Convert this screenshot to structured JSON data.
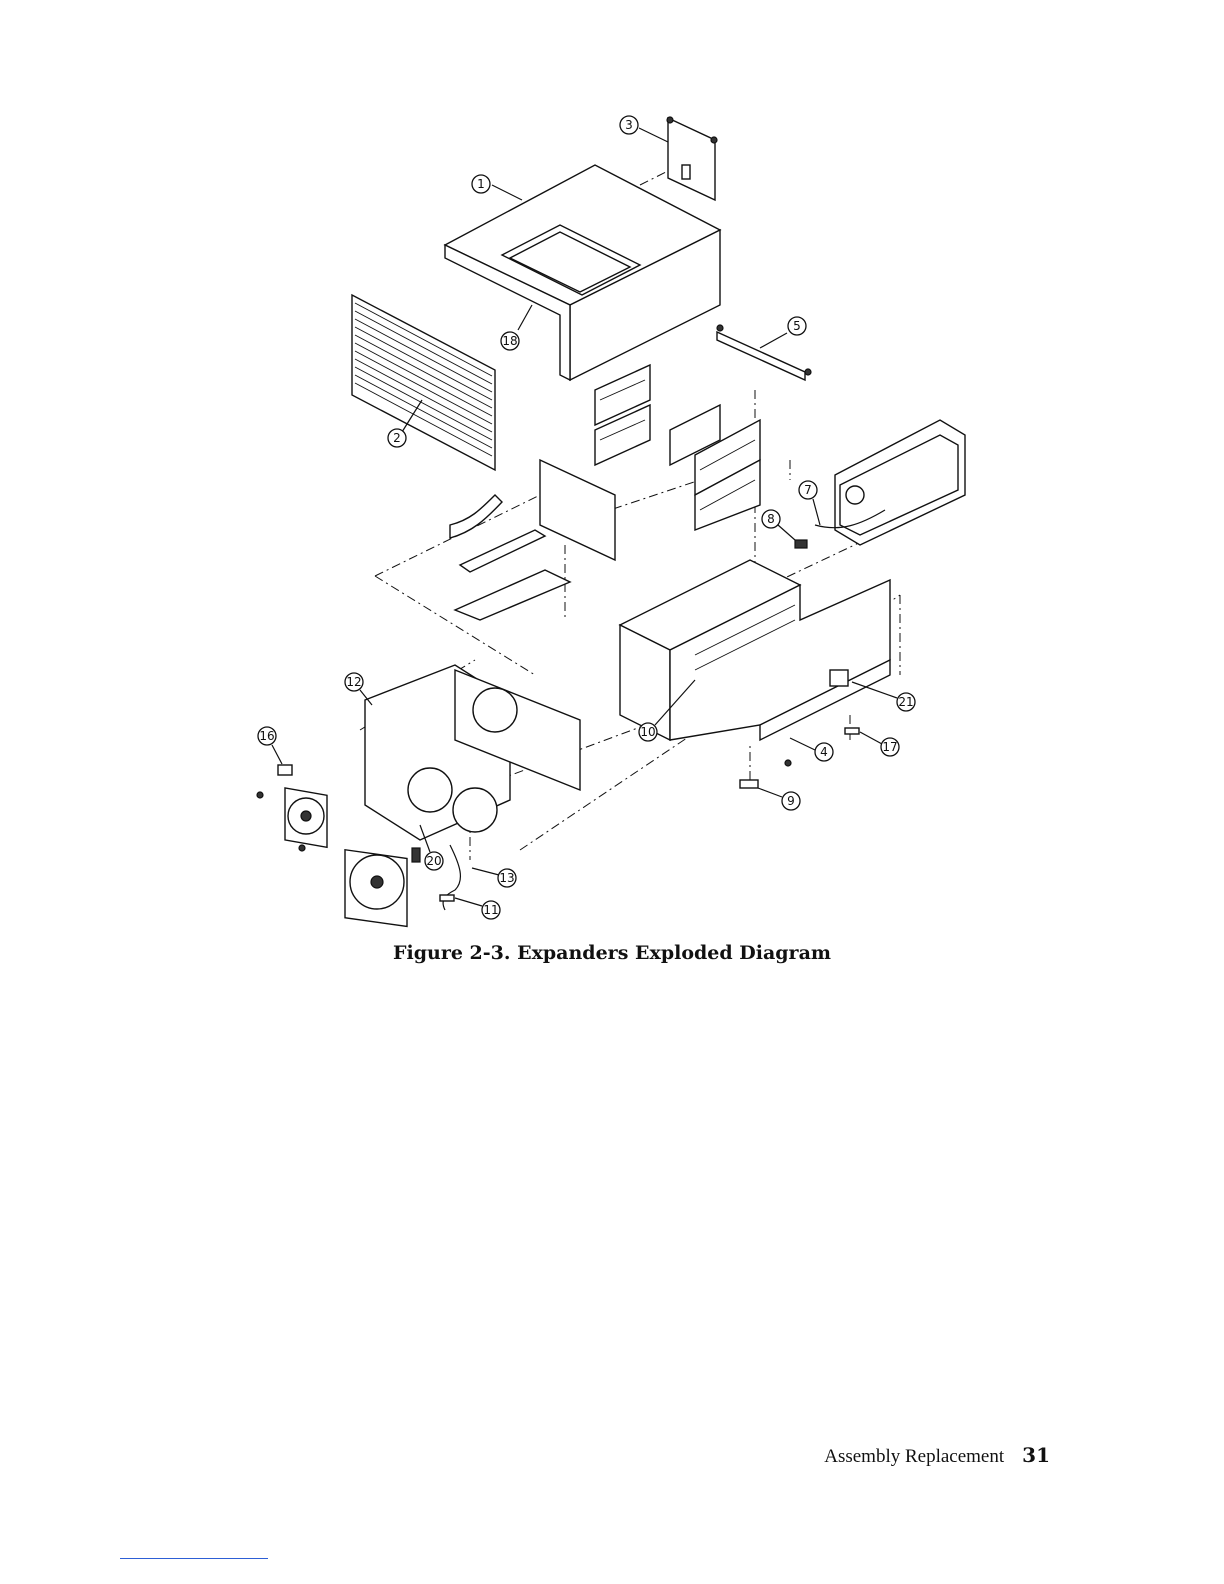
{
  "figure": {
    "caption": "Figure 2-3. Expanders Exploded Diagram",
    "callouts": [
      "1",
      "2",
      "3",
      "4",
      "5",
      "7",
      "8",
      "9",
      "10",
      "11",
      "12",
      "13",
      "16",
      "17",
      "18",
      "20",
      "21"
    ]
  },
  "footer": {
    "section": "Assembly Replacement",
    "page_number": "31"
  },
  "colors": {
    "text": "#111111",
    "footnote_rule": "#2d5fd6"
  }
}
